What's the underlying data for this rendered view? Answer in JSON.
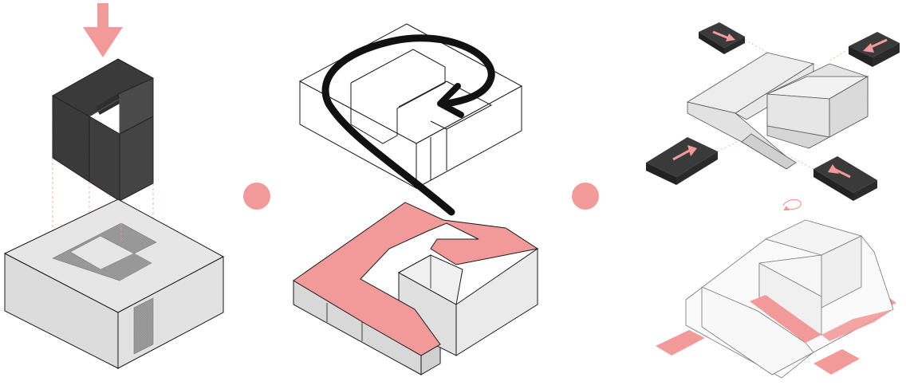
{
  "diagram": {
    "palette": {
      "accent": "#F29A9A",
      "accent_dark": "#E88A8A",
      "massing_dark": "#3B3B3B",
      "block_light": "#E6E6E6",
      "block_white": "#FFFFFF",
      "carve": "#9A9A9A",
      "stroke": "#1A1A1A",
      "path_stroke": "#111111"
    },
    "panels": [
      {
        "id": "subtraction",
        "icon": "down-arrow-icon"
      },
      {
        "id": "circulation",
        "icon": "path-arrow-icon"
      },
      {
        "id": "access",
        "icon": "entry-arrow-icon"
      }
    ],
    "separators": [
      "dot",
      "dot"
    ],
    "rotation_marker": "rotate-icon"
  }
}
